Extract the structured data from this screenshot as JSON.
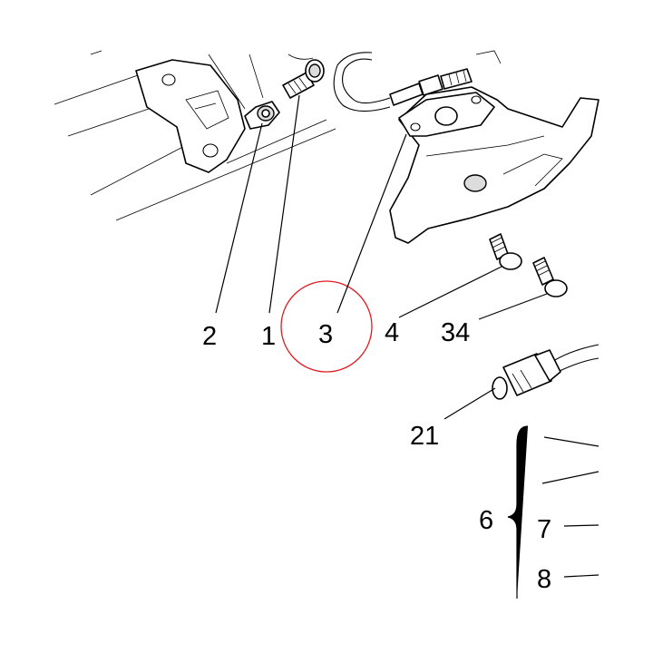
{
  "callouts": {
    "c2": "2",
    "c1": "1",
    "c3": "3",
    "c4": "4",
    "c34": "34",
    "c21": "21",
    "c6": "6",
    "c7": "7",
    "c8": "8"
  },
  "highlight": {
    "target": "3",
    "color": "#e31b23"
  }
}
